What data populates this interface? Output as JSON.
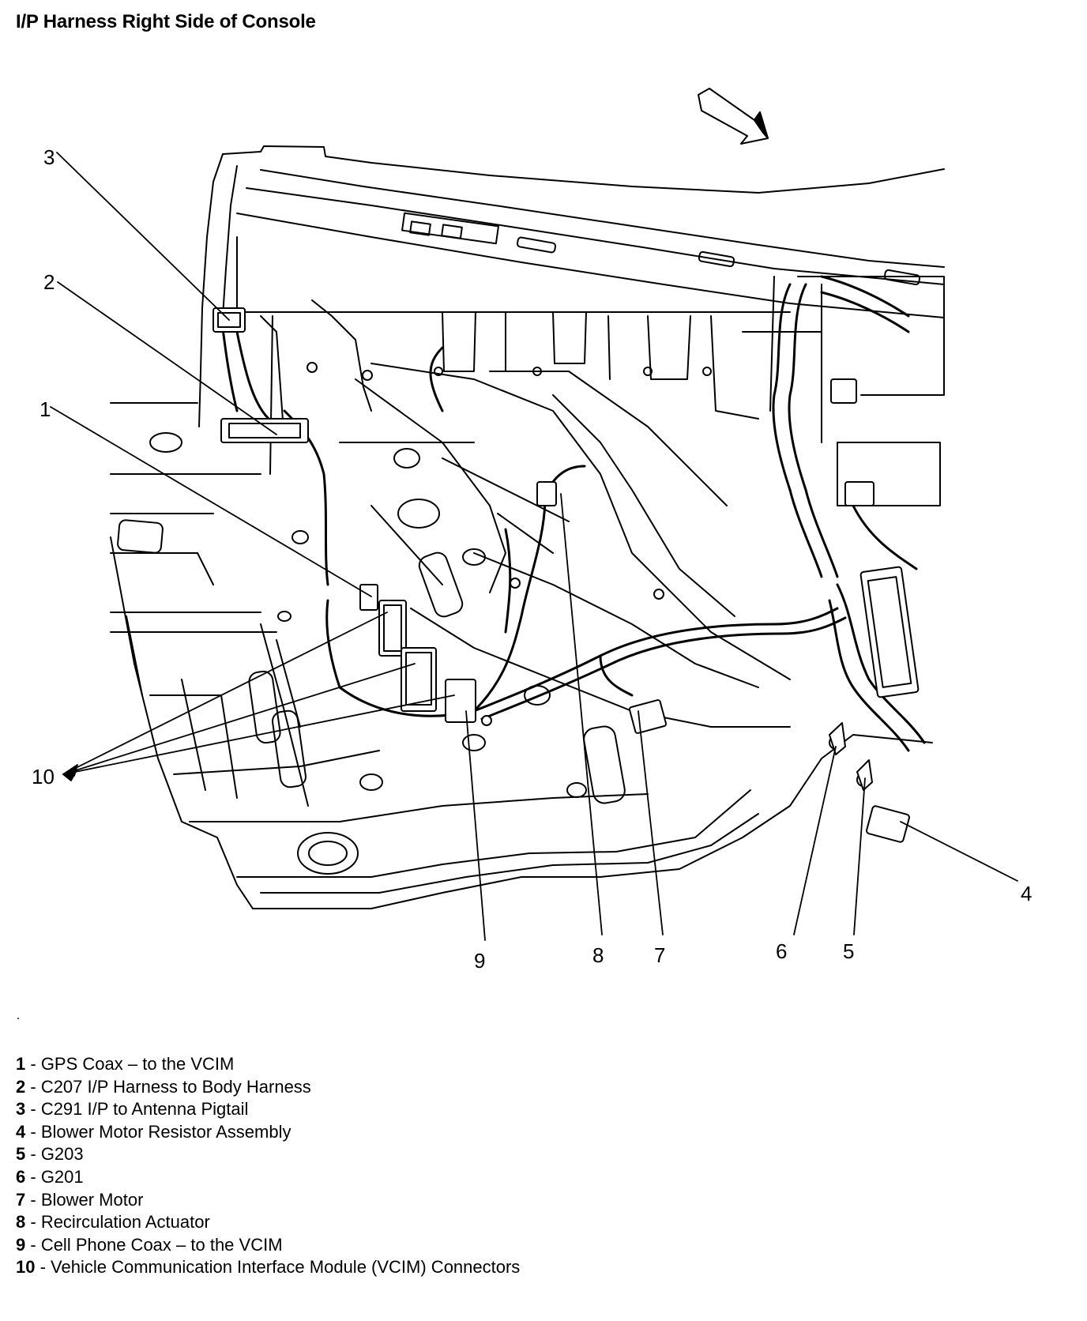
{
  "title": "I/P Harness Right Side of Console",
  "callouts": [
    "1",
    "2",
    "3",
    "4",
    "5",
    "6",
    "7",
    "8",
    "9",
    "10"
  ],
  "legend": [
    {
      "num": "1",
      "text": "GPS Coax – to the VCIM"
    },
    {
      "num": "2",
      "text": "C207 I/P Harness to Body Harness"
    },
    {
      "num": "3",
      "text": "C291 I/P to Antenna Pigtail"
    },
    {
      "num": "4",
      "text": "Blower Motor Resistor Assembly"
    },
    {
      "num": "5",
      "text": "G203"
    },
    {
      "num": "6",
      "text": "G201"
    },
    {
      "num": "7",
      "text": "Blower Motor"
    },
    {
      "num": "8",
      "text": "Recirculation Actuator"
    },
    {
      "num": "9",
      "text": "Cell Phone Coax – to the VCIM"
    },
    {
      "num": "10",
      "text": "Vehicle Communication Interface Module (VCIM) Connectors"
    }
  ]
}
